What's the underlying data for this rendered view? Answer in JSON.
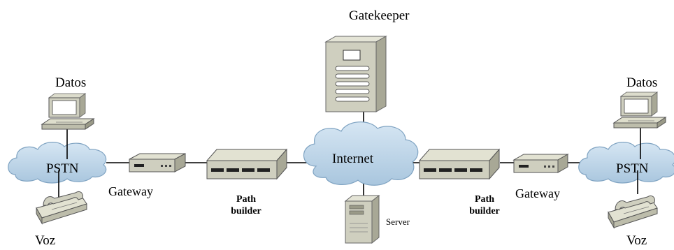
{
  "diagram": {
    "gatekeeper": {
      "label": "Gatekeeper"
    },
    "internet": {
      "label": "Internet"
    },
    "server": {
      "label": "Server"
    },
    "left": {
      "datos_label": "Datos",
      "pstn_label": "PSTN",
      "voz_label": "Voz",
      "gateway_label": "Gateway",
      "path_builder_line1": "Path",
      "path_builder_line2": "builder"
    },
    "right": {
      "datos_label": "Datos",
      "pstn_label": "PSTN",
      "voz_label": "Voz",
      "gateway_label": "Gateway",
      "path_builder_line1": "Path",
      "path_builder_line2": "builder"
    }
  }
}
